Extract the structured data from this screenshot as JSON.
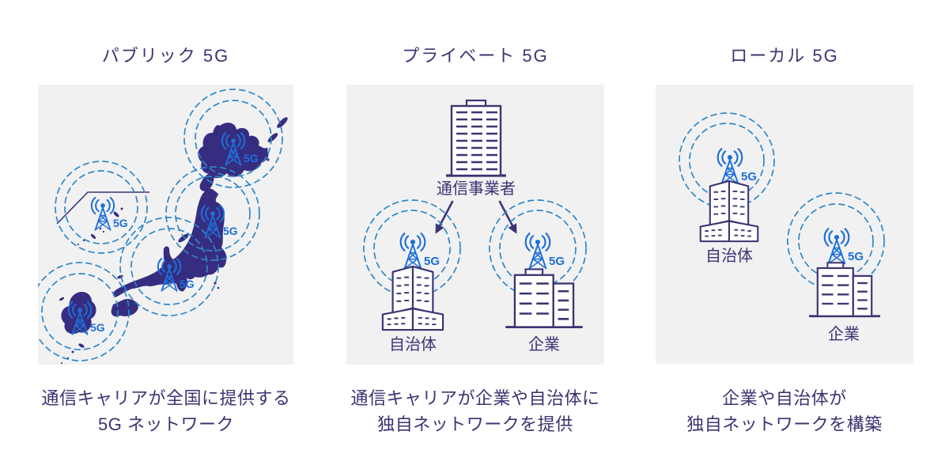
{
  "labels": {
    "g5": "5G"
  },
  "colors": {
    "ink": "#3b3472",
    "map_fill": "#372d80",
    "tower_blue": "#1d6fd9",
    "coverage_blue": "#2e87c8",
    "panel_bg": "#f1f1f2",
    "page_bg": "#ffffff"
  },
  "sections": [
    {
      "title": "パブリック 5G",
      "caption_line1": "通信キャリアが全国に提供する",
      "caption_line2": "5G ネットワーク"
    },
    {
      "title": "プライベート 5G",
      "carrier_label": "通信事業者",
      "municipality_label": "自治体",
      "enterprise_label": "企業",
      "caption_line1": "通信キャリアが企業や自治体に",
      "caption_line2": "独自ネットワークを提供"
    },
    {
      "title": "ローカル 5G",
      "municipality_label": "自治体",
      "enterprise_label": "企業",
      "caption_line1": "企業や自治体が",
      "caption_line2": "独自ネットワークを構築"
    }
  ]
}
